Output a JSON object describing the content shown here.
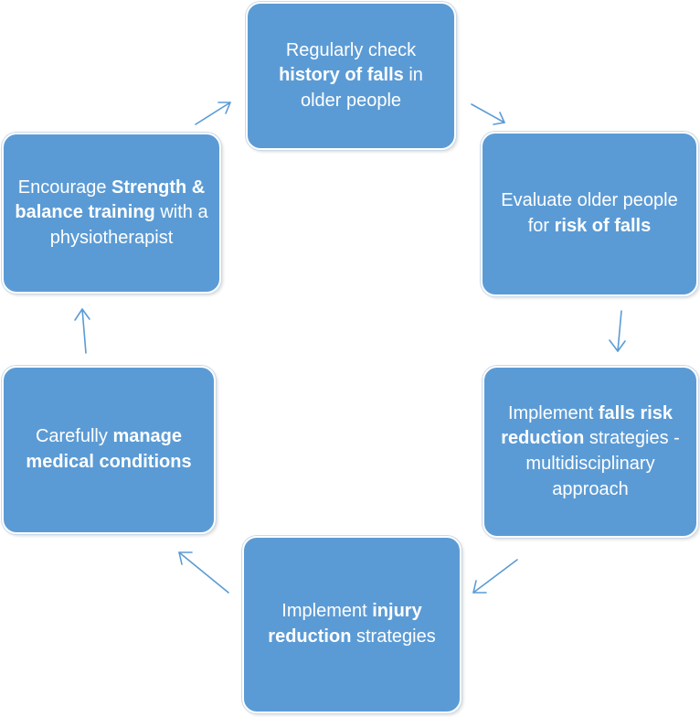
{
  "diagram": {
    "steps": [
      {
        "pre": "Regularly check ",
        "bold1": "history of falls",
        "mid": " in older people",
        "bold2": "",
        "post": ""
      },
      {
        "pre": "Evaluate older people for ",
        "bold1": "risk of falls",
        "mid": "",
        "bold2": "",
        "post": ""
      },
      {
        "pre": "Implement ",
        "bold1": "falls risk reduction",
        "mid": " strategies - multidisciplinary approach",
        "bold2": "",
        "post": ""
      },
      {
        "pre": "Implement ",
        "bold1": "injury reduction",
        "mid": " strategies",
        "bold2": "",
        "post": ""
      },
      {
        "pre": "Carefully ",
        "bold1": "manage medical conditions",
        "mid": "",
        "bold2": "",
        "post": ""
      },
      {
        "pre": "Encourage ",
        "bold1": "Strength & balance training",
        "mid": " with a physiotherapist",
        "bold2": "",
        "post": ""
      }
    ],
    "colors": {
      "box_fill": "#5b9bd5",
      "box_text": "#ffffff",
      "arrow": "#5b9bd5"
    }
  }
}
